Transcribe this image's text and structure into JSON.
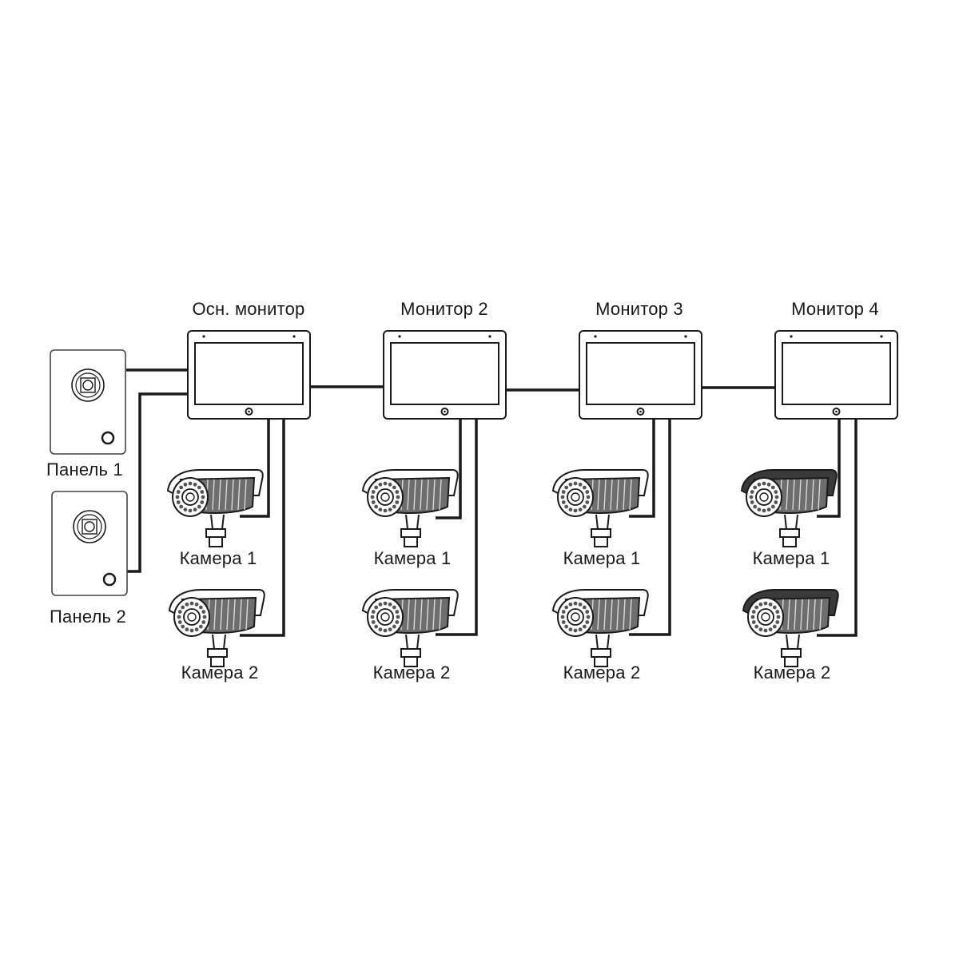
{
  "colors": {
    "line": "#1a1a1a",
    "background": "#ffffff",
    "camera_fill": "#6e6e6e",
    "panel_fill": "#ffffff"
  },
  "icons": {
    "monitor": "monitor-icon",
    "panel": "door-panel-icon",
    "camera": "cctv-camera-icon"
  },
  "panels": [
    {
      "label": "Панель 1"
    },
    {
      "label": "Панель 2"
    }
  ],
  "monitors": [
    {
      "label": "Осн. монитор",
      "cameras": [
        {
          "label": "Камера 1"
        },
        {
          "label": "Камера 2"
        }
      ]
    },
    {
      "label": "Монитор 2",
      "cameras": [
        {
          "label": "Камера 1"
        },
        {
          "label": "Камера 2"
        }
      ]
    },
    {
      "label": "Монитор 3",
      "cameras": [
        {
          "label": "Камера 1"
        },
        {
          "label": "Камера 2"
        }
      ]
    },
    {
      "label": "Монитор 4",
      "cameras": [
        {
          "label": "Камера 1"
        },
        {
          "label": "Камера 2"
        }
      ]
    }
  ]
}
